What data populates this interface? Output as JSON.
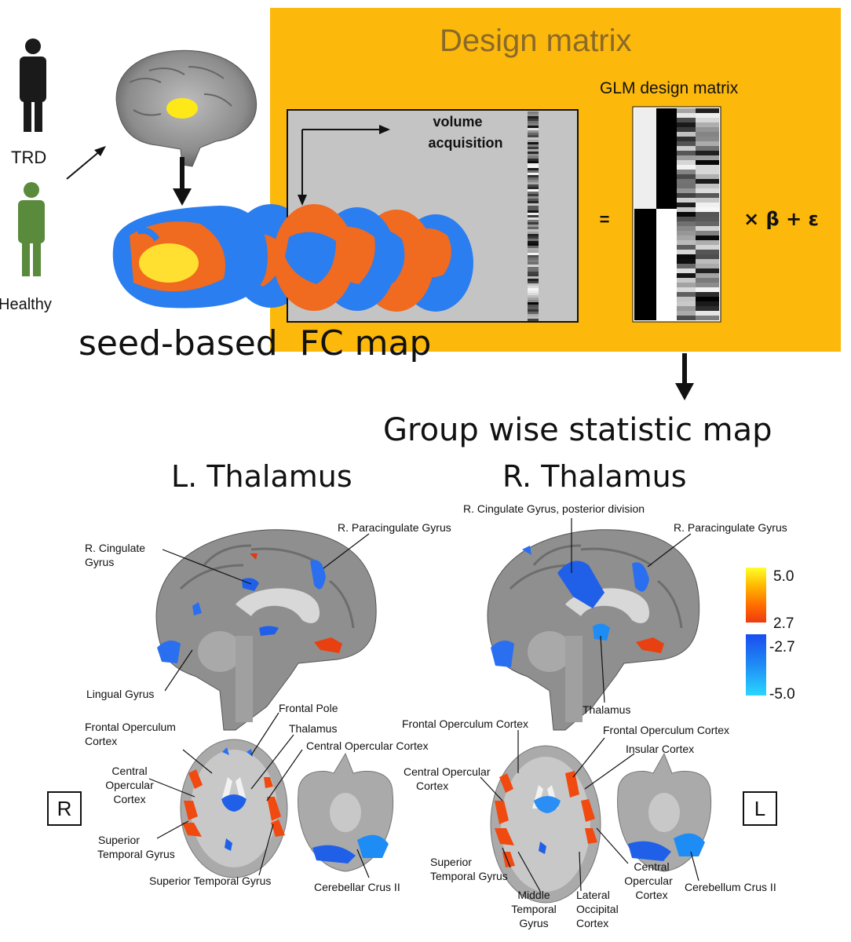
{
  "top": {
    "trd_label": "TRD",
    "healthy_label": "Healthy",
    "design_matrix_title": "Design matrix",
    "volume_acquisition": [
      "volume",
      "acquisition"
    ],
    "glm_title": "GLM design matrix",
    "equals": "=",
    "beta_eps": "× β + ε",
    "fc_map_title": "seed-based  FC map"
  },
  "bottom": {
    "group_title": "Group wise statistic map",
    "left_title": "L. Thalamus",
    "right_title": "R. Thalamus",
    "R_box": "R",
    "L_box": "L",
    "colorbar_ticks": [
      "5.0",
      "2.7",
      "-2.7",
      "-5.0"
    ],
    "left_sagittal_labels": {
      "cingulate": [
        "R. Cingulate",
        "Gyrus"
      ],
      "paracingulate": "R. Paracingulate Gyrus",
      "lingual": "Lingual Gyrus"
    },
    "right_sagittal_labels": {
      "cingulate_post": "R. Cingulate Gyrus, posterior division",
      "paracingulate": "R. Paracingulate Gyrus",
      "thalamus": "Thalamus"
    },
    "left_axial_labels": {
      "frontal_operculum": [
        "Frontal Operculum",
        "Cortex"
      ],
      "frontal_pole": "Frontal Pole",
      "thalamus": "Thalamus",
      "central_opercular_r": "Central Opercular Cortex",
      "central_opercular_l": [
        "Central",
        "Opercular",
        "Cortex"
      ],
      "sup_temporal_1": [
        "Superior",
        "Temporal Gyrus"
      ],
      "sup_temporal_2": "Superior Temporal Gyrus",
      "cerebellar": "Cerebellar Crus II"
    },
    "right_axial_labels": {
      "frontal_operculum_1": "Frontal Operculum Cortex",
      "frontal_operculum_2": "Frontal Operculum Cortex",
      "insular": "Insular Cortex",
      "central_opercular_1": [
        "Central Opercular",
        "Cortex"
      ],
      "sup_temporal": [
        "Superior",
        "Temporal Gyrus"
      ],
      "middle_temporal": [
        "Middle",
        "Temporal",
        "Gyrus"
      ],
      "lateral_occipital": [
        "Lateral",
        "Occipital",
        "Cortex"
      ],
      "central_opercular_2": [
        "Central",
        "Opercular",
        "Cortex"
      ],
      "cerebellum": "Cerebellum Crus II"
    }
  },
  "colors": {
    "design_bg": "#fcb80b",
    "person_trd": "#1a1a1a",
    "person_healthy": "#5a8a3c",
    "positive": "#f04a10",
    "negative": "#1e6ef0"
  }
}
